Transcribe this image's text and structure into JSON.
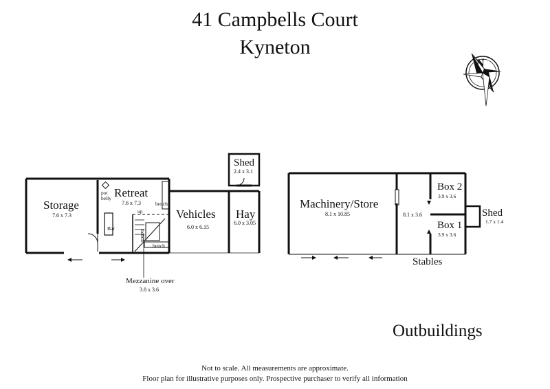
{
  "header": {
    "street": "41 Campbells Court",
    "suburb": "Kyneton"
  },
  "compass": {
    "letter": "N",
    "icon": "north-arrow-compass-icon"
  },
  "rooms": {
    "storage": {
      "name": "Storage",
      "dims": "7.6 x 7.3"
    },
    "retreat": {
      "name": "Retreat",
      "dims": "7.6 x 7.3"
    },
    "pot_belly": "pot\nbelly",
    "bar": "Bar",
    "up": "up",
    "bench_top": "bench",
    "bench_side": "bench",
    "bench_bottom": "bench",
    "vehicles": {
      "name": "Vehicles",
      "dims": "6.0 x 6.15"
    },
    "hay": {
      "name": "Hay",
      "dims": "6.0 x 3.05"
    },
    "shed_top": {
      "name": "Shed",
      "dims": "2.4 x 3.1"
    },
    "machinery": {
      "name": "Machinery/Store",
      "dims": "8.1 x 10.85"
    },
    "stable_aisle": {
      "dims": "8.1 x 3.6"
    },
    "box2": {
      "name": "Box 2",
      "dims": "3.9 x 3.6"
    },
    "box1": {
      "name": "Box 1",
      "dims": "3.9 x 3.6"
    },
    "shed_right": {
      "name": "Shed",
      "dims": "1.7 x 1.4"
    },
    "stables": "Stables",
    "mezzanine": {
      "name": "Mezzanine over",
      "dims": "3.8 x 3.6"
    }
  },
  "section_title": "Outbuildings",
  "disclaimer": {
    "line1": "Not to scale. All measurements are approximate.",
    "line2": "Floor plan for illustrative purposes only. Prospective purchaser to verify all information"
  }
}
